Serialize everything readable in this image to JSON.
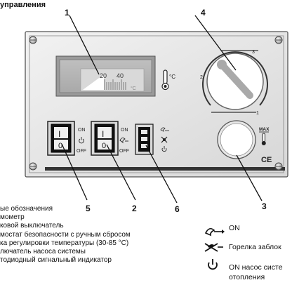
{
  "header": {
    "title": "управления"
  },
  "panel": {
    "display": {
      "scale_left": "20",
      "scale_right": "40",
      "unit": "°C"
    },
    "thermo_icon_unit": "°C",
    "switch_5": {
      "on_label": "ON",
      "off_label": "OFF",
      "top_mark": "I",
      "bottom_mark": "0"
    },
    "switch_2": {
      "on_label": "ON",
      "off_label": "OFF",
      "top_mark": "I",
      "bottom_mark": "0"
    },
    "knob_4": {
      "marks": [
        "1",
        "2",
        "3"
      ]
    },
    "max_label": "MAX",
    "ce_mark": "CE"
  },
  "callouts": [
    "1",
    "2",
    "3",
    "4",
    "5",
    "6"
  ],
  "legend_left": [
    "ые обозначения",
    "мометр",
    "ковой выключатель",
    "мостат безопасности с ручным сбросом",
    "ка регулировки температуры  (30-85 °C)",
    "лючатель насоса системы",
    "тодиодный сигнальный индикатор"
  ],
  "legend_right": [
    {
      "icon": "burner-on-icon",
      "text": "ON"
    },
    {
      "icon": "burner-blocked-icon",
      "text": "Горелка заблок"
    },
    {
      "icon": "power-icon",
      "text": "ON насос систе"
    },
    {
      "icon": "",
      "text": "отопления"
    }
  ]
}
